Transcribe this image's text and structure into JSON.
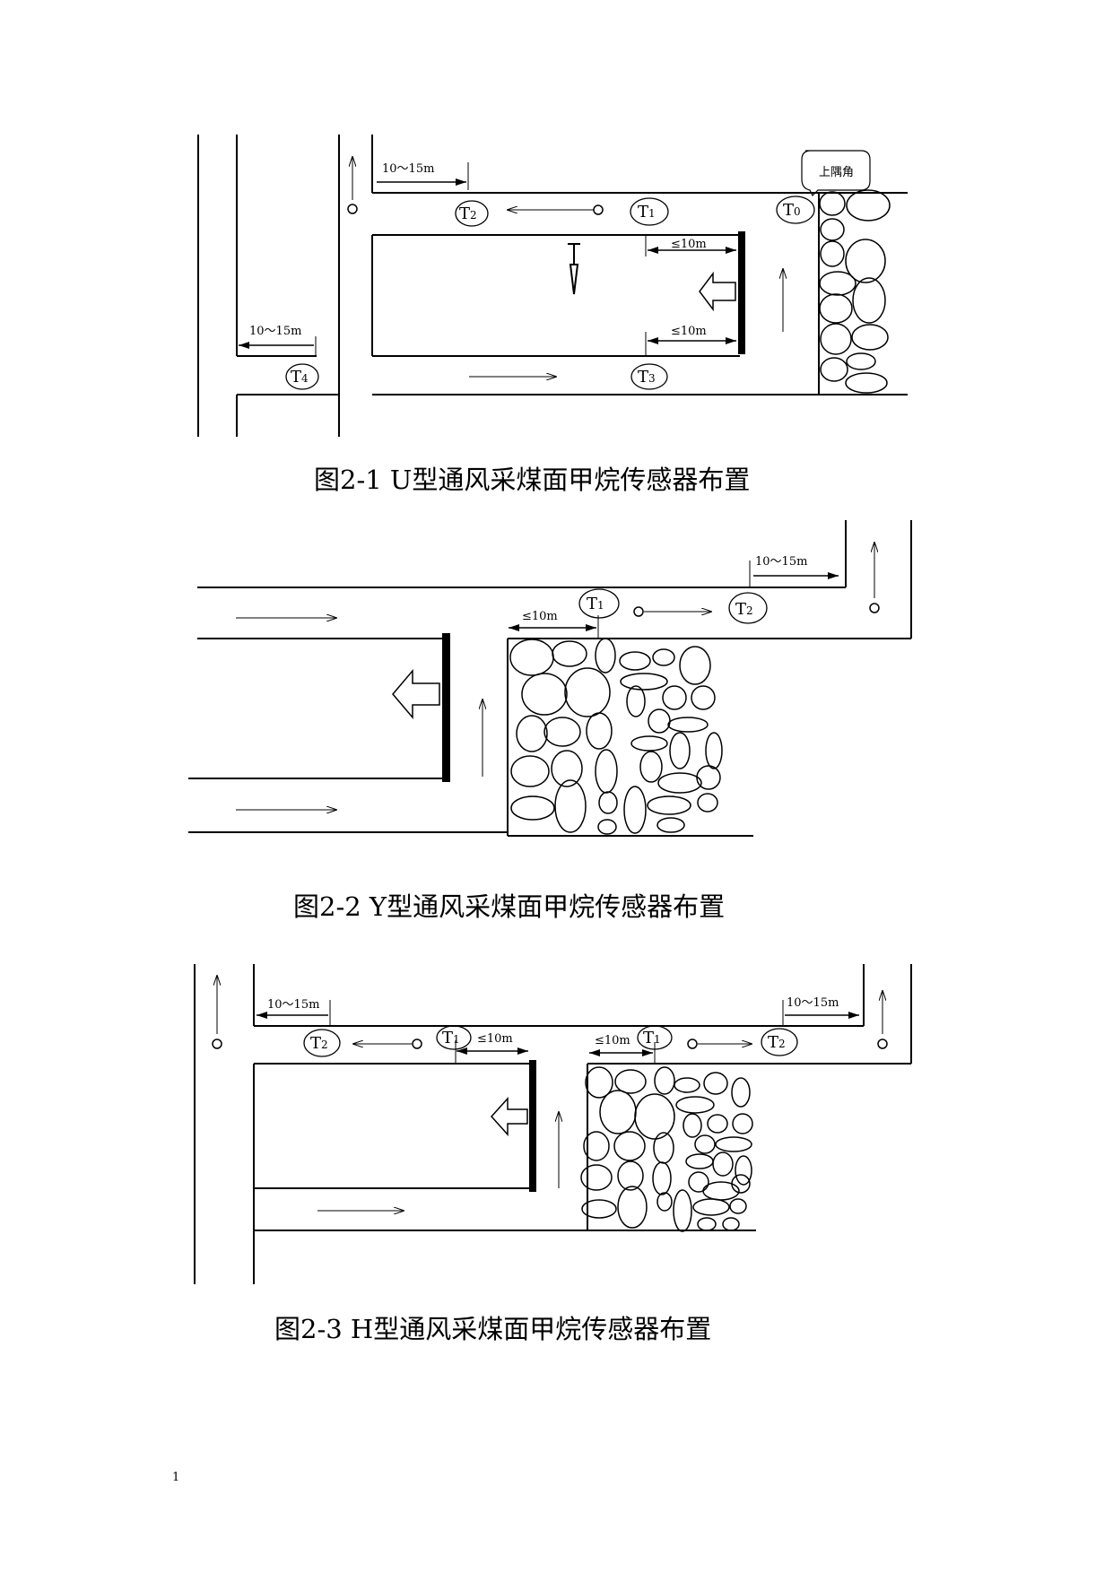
{
  "figures": [
    {
      "id": "fig-u",
      "caption": "图2-1 U型通风采煤面甲烷传感器布置",
      "dim_far": "10～15m",
      "dim_near": "10～15m",
      "dim_face_top": "≤10m",
      "dim_face_bottom": "≤10m",
      "corner_label": "上隅角",
      "sensors": {
        "t0": [
          "T",
          "0"
        ],
        "t1": [
          "T",
          "1"
        ],
        "t2": [
          "T",
          "2"
        ],
        "t3": [
          "T",
          "3"
        ],
        "t4": [
          "T",
          "4"
        ]
      }
    },
    {
      "id": "fig-y",
      "caption": "图2-2 Y型通风采煤面甲烷传感器布置",
      "dim_far": "10～15m",
      "dim_face": "≤10m",
      "sensors": {
        "t1": [
          "T",
          "1"
        ],
        "t2": [
          "T",
          "2"
        ]
      }
    },
    {
      "id": "fig-h",
      "caption": "图2-3 H型通风采煤面甲烷传感器布置",
      "dim_left": "10～15m",
      "dim_right": "10～15m",
      "dim_face_left": "≤10m",
      "dim_face_right": "≤10m",
      "sensors": {
        "t2a": [
          "T",
          "2"
        ],
        "t1a": [
          "T",
          "1"
        ],
        "t1b": [
          "T",
          "1"
        ],
        "t2b": [
          "T",
          "2"
        ]
      }
    }
  ],
  "page_number": "1"
}
